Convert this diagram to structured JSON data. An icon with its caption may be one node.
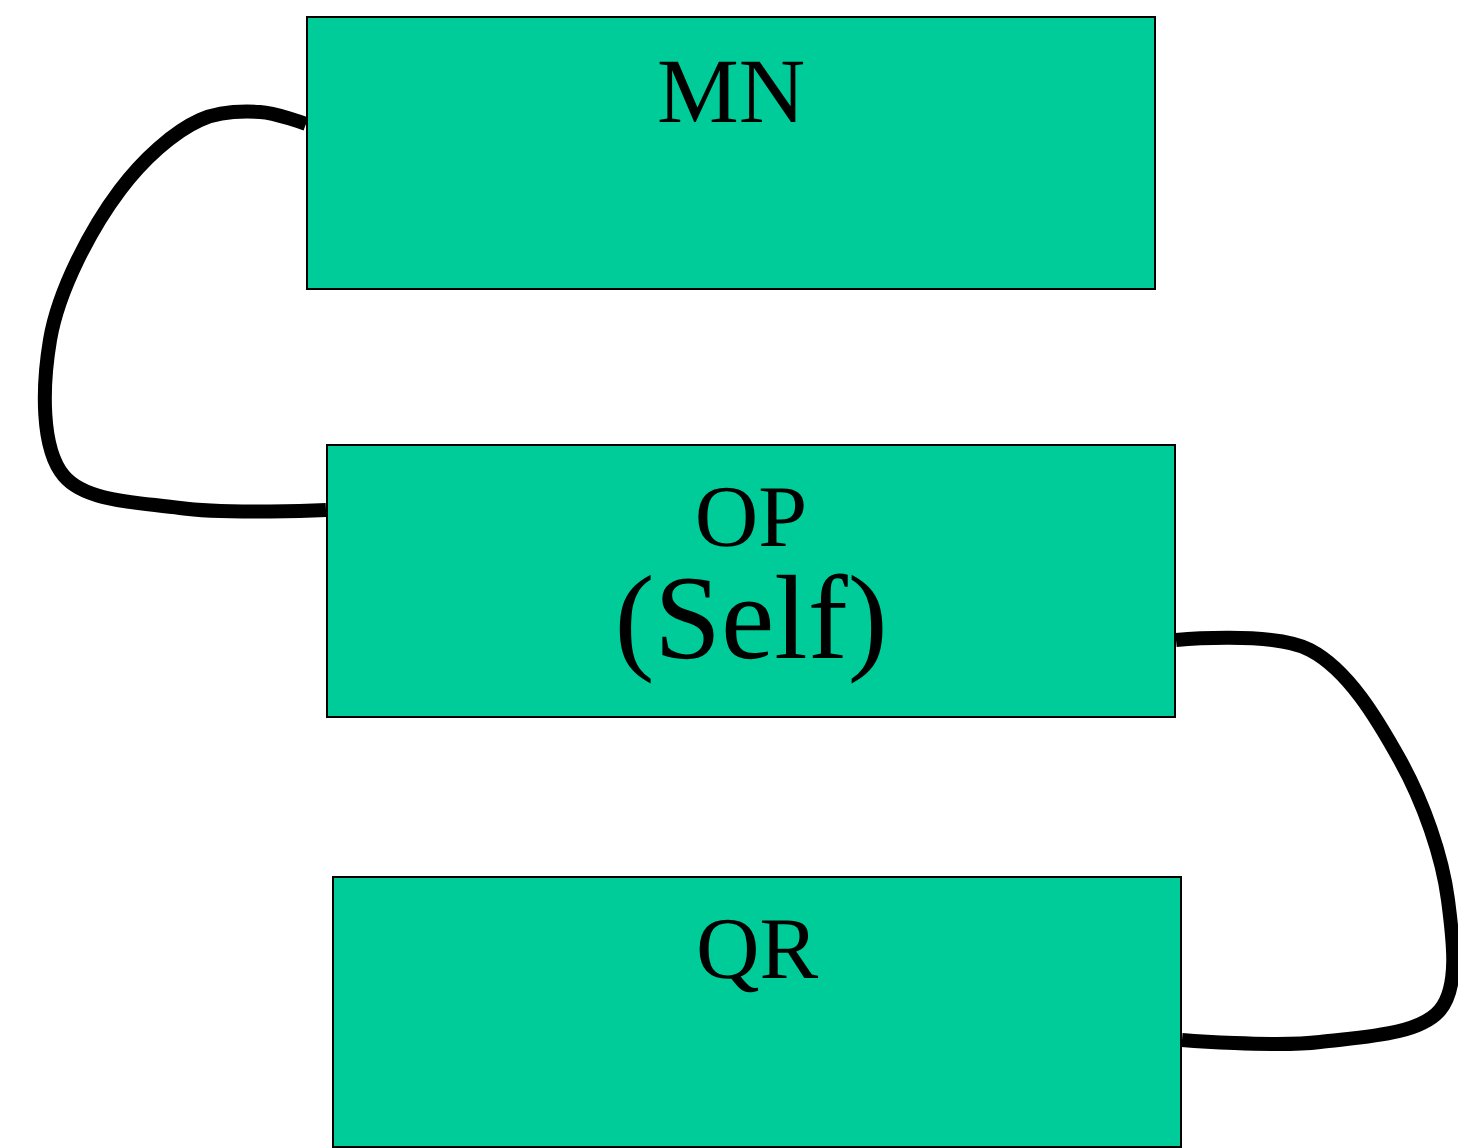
{
  "diagram": {
    "nodes": [
      {
        "text": [
          "MN"
        ]
      },
      {
        "text": [
          "OP",
          "(Self)"
        ]
      },
      {
        "text": [
          "QR"
        ]
      }
    ],
    "edges": [
      {
        "from": 0,
        "to": 1,
        "arrow": "none"
      },
      {
        "from": 1,
        "to": 2,
        "arrow": "none"
      }
    ]
  }
}
